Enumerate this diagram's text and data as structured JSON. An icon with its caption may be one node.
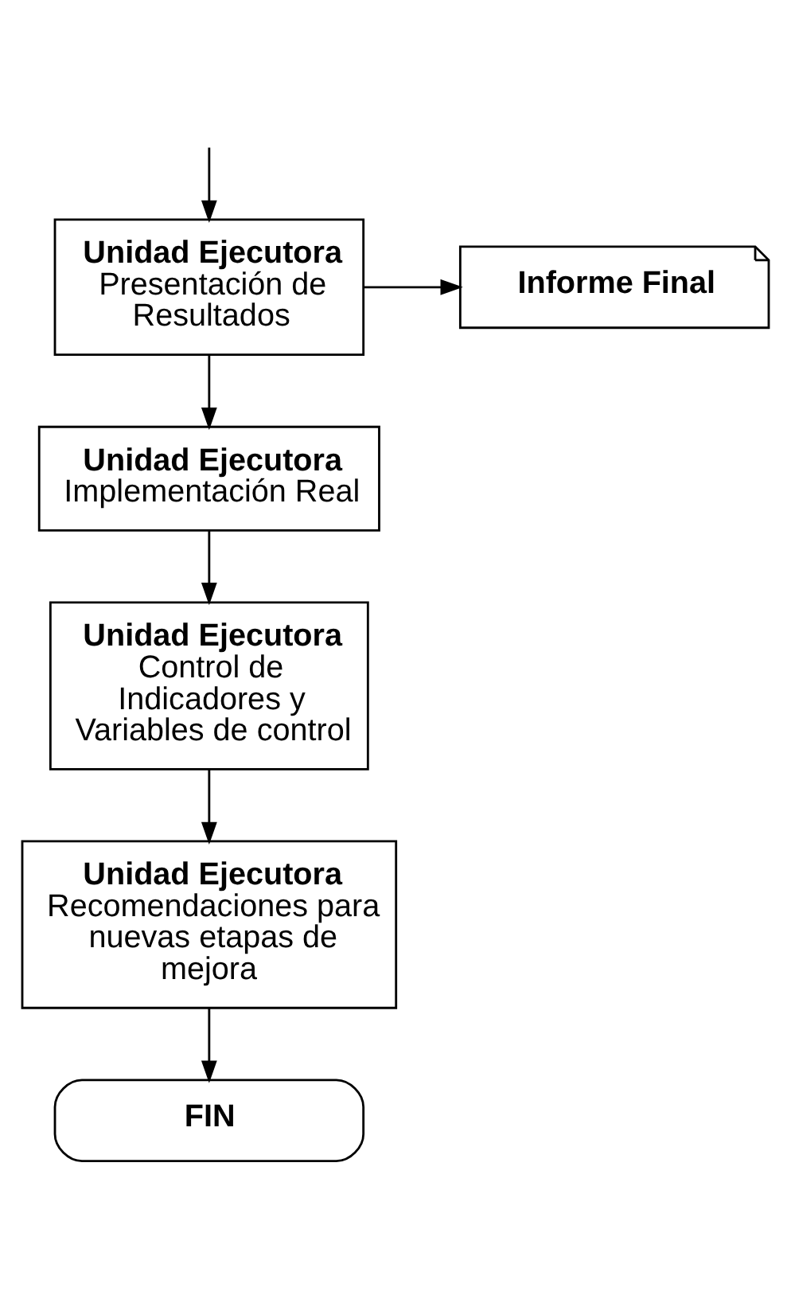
{
  "diagram": {
    "nodes": [
      {
        "text": [
          "Informe Final"
        ]
      },
      {
        "text": [
          "Unidad Ejecutora",
          "Presentación de Resultados"
        ]
      },
      {
        "text": [
          "Unidad Ejecutora",
          "Implementación Real"
        ]
      },
      {
        "text": [
          "Unidad Ejecutora",
          "Control de Indicadores y Variables de control"
        ]
      },
      {
        "text": [
          "Unidad Ejecutora",
          "Recomendaciones para nuevas etapas de mejora"
        ]
      },
      {
        "text": [
          "FIN"
        ]
      }
    ],
    "edges": [
      {
        "from": null,
        "to": 1,
        "arrow": "to"
      },
      {
        "from": 1,
        "to": 0,
        "arrow": "to"
      },
      {
        "from": 1,
        "to": 2,
        "arrow": "to"
      },
      {
        "from": 2,
        "to": 3,
        "arrow": "to"
      },
      {
        "from": 3,
        "to": 4,
        "arrow": "to"
      },
      {
        "from": 4,
        "to": 5,
        "arrow": "to"
      }
    ]
  }
}
